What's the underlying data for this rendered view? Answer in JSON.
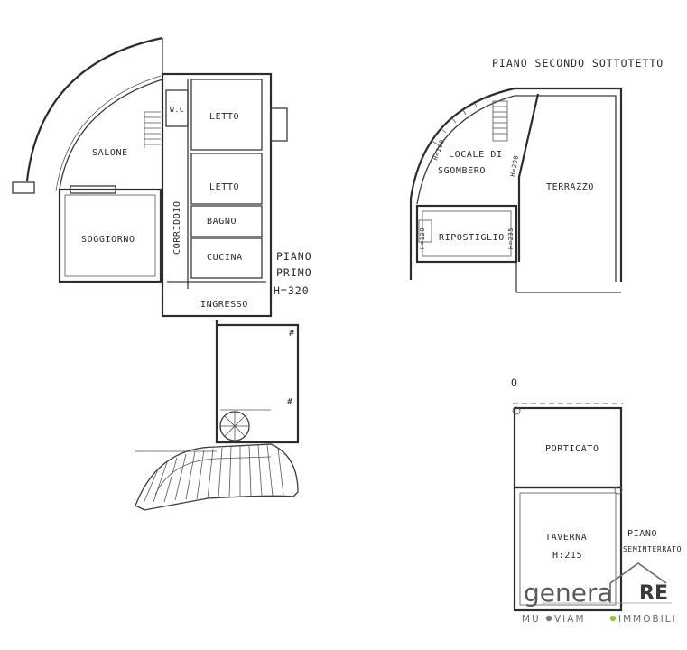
{
  "labels": {
    "salone": "SALONE",
    "soggiorno": "SOGGIORNO",
    "wc": "W.C",
    "letto1": "LETTO",
    "letto2": "LETTO",
    "bagno": "BAGNO",
    "cucina": "CUCINA",
    "corridoio": "CORRIDOIO",
    "ingresso": "INGRESSO",
    "piano_primo_1": "PIANO",
    "piano_primo_2": "PRIMO",
    "piano_primo_h": "H=320",
    "piano_secondo": "PIANO SECONDO SOTTOTETTO",
    "locale_1": "LOCALE DI",
    "locale_2": "SGOMBERO",
    "ripostiglio": "RIPOSTIGLIO",
    "terrazzo": "TERRAZZO",
    "h180": "H=180",
    "h200": "H=200",
    "h120": "H=120",
    "h235": "H=235",
    "porticato": "PORTICATO",
    "taverna": "TAVERNA",
    "taverna_h": "H:215",
    "seminterrato_1": "PIANO",
    "seminterrato_2": "SEMINTERRATO",
    "zero_mark": "O"
  },
  "logo": {
    "word1": "genera",
    "word2": "RE",
    "tagline_1": "MU",
    "tagline_2": "VIAM",
    "tagline_3": "IMMOBILI",
    "accent_color": "#8dc63f",
    "text_color": "#5a5a5a"
  }
}
